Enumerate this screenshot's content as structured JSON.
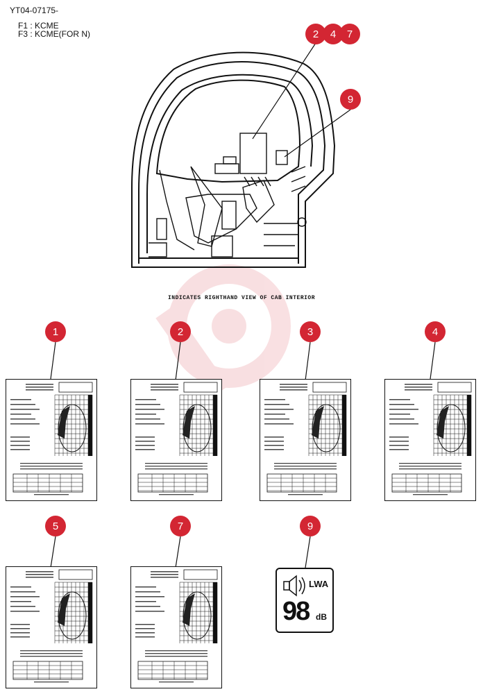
{
  "header": {
    "doc_code": "YT04-07175-",
    "line_f1": "F1 : KCME",
    "line_f3": "F3 : KCME(FOR N)"
  },
  "top_callouts": [
    "2",
    "4",
    "7",
    "9"
  ],
  "caption": "INDICATES RIGHTHAND VIEW OF CAB INTERIOR",
  "label_callouts": [
    "1",
    "2",
    "3",
    "4",
    "5",
    "7",
    "9"
  ],
  "sound_label": {
    "unit_symbol": "LWA",
    "value": "98",
    "unit": "dB"
  },
  "colors": {
    "callout": "#d32633",
    "line": "#111111"
  }
}
